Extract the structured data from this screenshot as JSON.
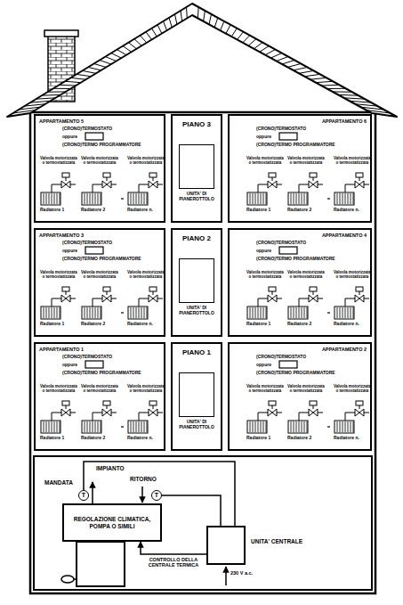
{
  "diagram": {
    "nodes": [
      {
        "text": [
          "APPARTAMENTO 5",
          "(CRONO)TERMOSTATO",
          "oppure",
          "(CRONO)TERMO PROGRAMMATORE",
          "Valvola motorizzata o termostatizzata",
          "Valvola motorizzata o termostatizzata",
          "Valvola motorizzata o termostatizzata",
          "Radiatore 1",
          "Radiatore 2",
          "Radiatore n."
        ]
      },
      {
        "text": [
          "PIANO 3"
        ]
      },
      {
        "text": [
          "UNITA' DI PIANEROTTOLO"
        ],
        "in": 1
      },
      {
        "text": [
          "APPARTAMENTO 6",
          "(CRONO)TERMOSTATO",
          "oppure",
          "(CRONO)TERMO PROGRAMMATORE",
          "Valvola motorizzata o termostatizzata",
          "Valvola motorizzata o termostatizzata",
          "Valvola motorizzata o termostatizzata",
          "Radiatore 1",
          "Radiatore 2",
          "Radiatore n."
        ]
      },
      {
        "text": [
          "APPARTAMENTO 3",
          "(CRONO)TERMOSTATO",
          "oppure",
          "(CRONO)TERMO PROGRAMMATORE",
          "Valvola motorizzata o termostatizzata",
          "Valvola motorizzata o termostatizzata",
          "Valvola motorizzata o termostatizzata",
          "Radiatore 1",
          "Radiatore 2",
          "Radiatore n."
        ]
      },
      {
        "text": [
          "PIANO 2"
        ]
      },
      {
        "text": [
          "UNITA' DI PIANEROTTOLO"
        ],
        "in": 5
      },
      {
        "text": [
          "APPARTAMENTO 4",
          "(CRONO)TERMOSTATO",
          "oppure",
          "(CRONO)TERMO PROGRAMMATORE",
          "Valvola motorizzata o termostatizzata",
          "Valvola motorizzata o termostatizzata",
          "Valvola motorizzata o termostatizzata",
          "Radiatore 1",
          "Radiatore 2",
          "Radiatore n."
        ]
      },
      {
        "text": [
          "APPARTAMENTO 1",
          "(CRONO)TERMOSTATO",
          "oppure",
          "(CRONO)TERMO PROGRAMMATORE",
          "Valvola motorizzata o termostatizzata",
          "Valvola motorizzata o termostatizzata",
          "Valvola motorizzata o termostatizzata",
          "Radiatore 1",
          "Radiatore 2",
          "Radiatore n."
        ]
      },
      {
        "text": [
          "PIANO 1"
        ]
      },
      {
        "text": [
          "UNITA' DI PIANEROTTOLO"
        ],
        "in": 9
      },
      {
        "text": [
          "APPARTAMENTO 2",
          "(CRONO)TERMOSTATO",
          "oppure",
          "(CRONO)TERMO PROGRAMMATORE",
          "Valvola motorizzata o termostatizzata",
          "Valvola motorizzata o termostatizzata",
          "Valvola motorizzata o termostatizzata",
          "Radiatore 1",
          "Radiatore 2",
          "Radiatore n."
        ]
      },
      {
        "text": [
          "T"
        ]
      },
      {
        "text": [
          "REGOLAZIONE CLIMATICA, POMPA O SIMILI"
        ]
      },
      {
        "text": [
          "T"
        ]
      },
      {
        "text": [
          "UNITA' CENTRALE"
        ]
      }
    ],
    "edges": [
      {
        "from": 12,
        "to": 15,
        "arrow": "none"
      },
      {
        "from": 14,
        "to": 15,
        "arrow": "none"
      },
      {
        "from": 15,
        "to": 13,
        "label": "CONTROLLO DELLA CENTRALE TERMICA",
        "arrow": "to"
      }
    ],
    "labels": [
      "IMPIANTO",
      "MANDATA",
      "RITORNO",
      "230 V a.c."
    ]
  }
}
